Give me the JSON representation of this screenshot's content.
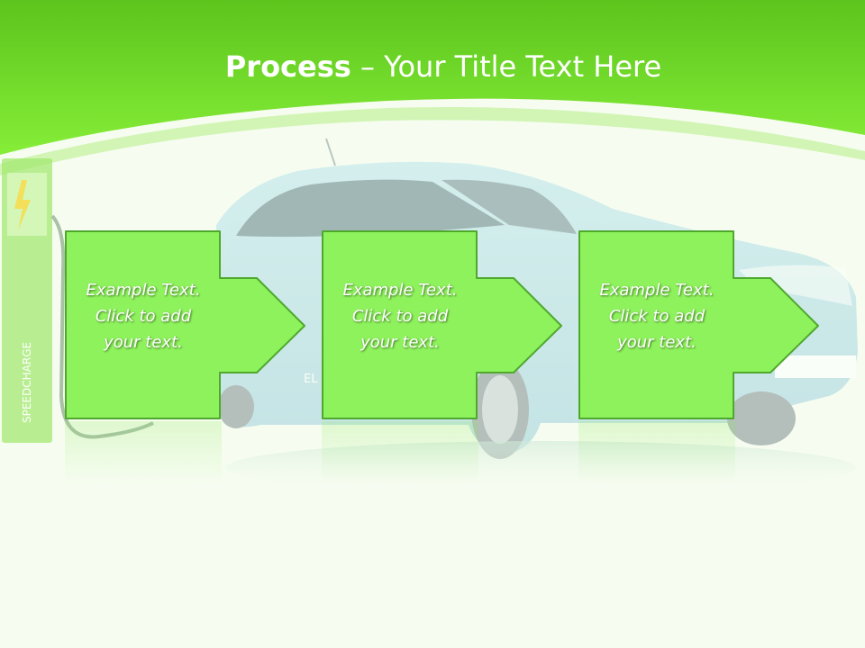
{
  "slide": {
    "title_bold": "Process",
    "title_rest": " – Your Title Text Here",
    "charger_label": "SPEEDCHARGE",
    "car_badge": "EL"
  },
  "steps": [
    {
      "text": "Example Text.\nClick  to add\nyour text."
    },
    {
      "text": "Example Text.\nClick  to add\nyour text."
    },
    {
      "text": "Example Text.\nClick  to add\nyour text."
    }
  ],
  "colors": {
    "header_green": "#63cf1f",
    "header_green_light": "#7ee833",
    "box_fill": "#8ef25c",
    "box_border": "#4fa82e",
    "car_blue": "#a9d9e3",
    "background": "#f6fdf0"
  }
}
